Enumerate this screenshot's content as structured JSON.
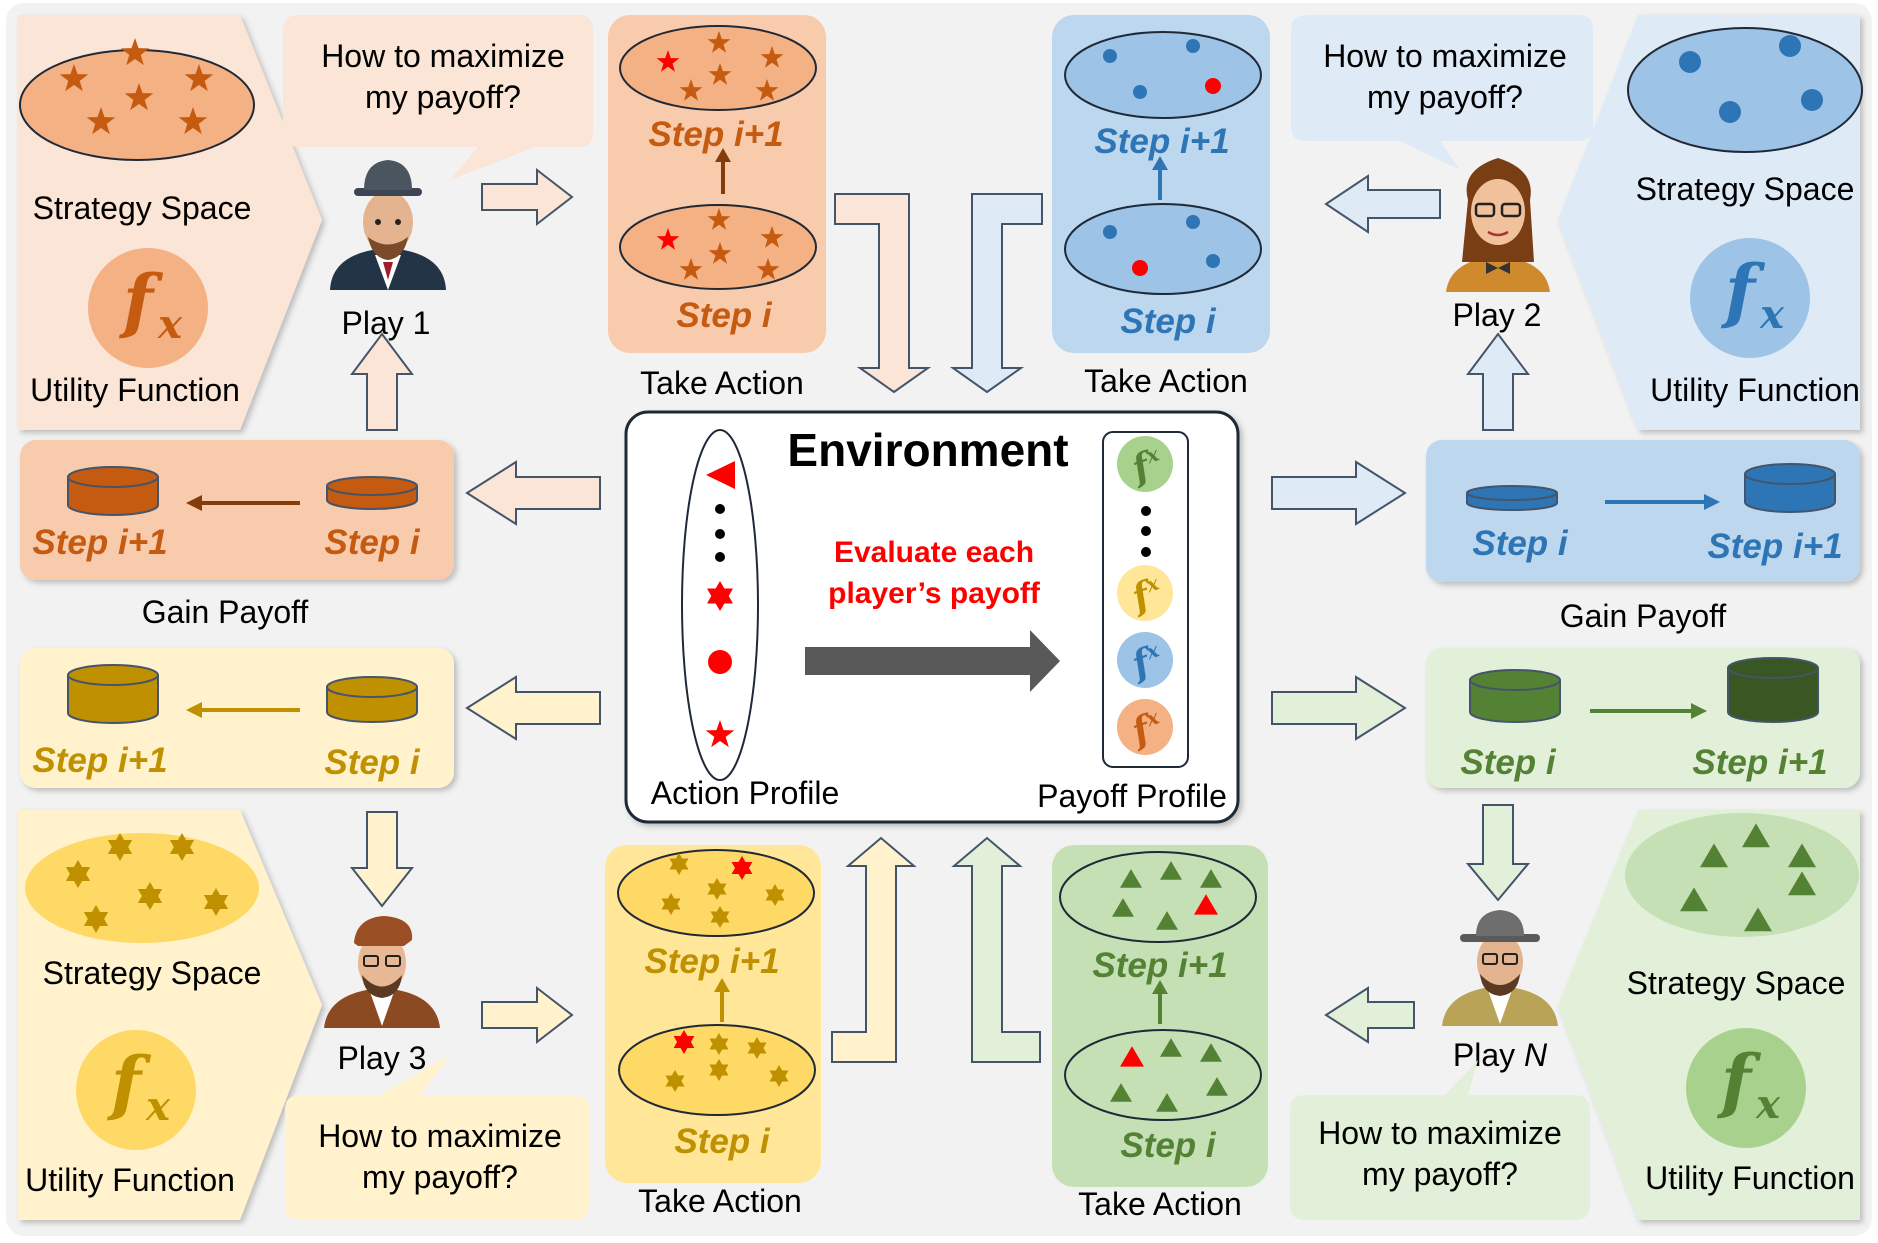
{
  "environment": {
    "title": "Environment",
    "evaluate_line1": "Evaluate each",
    "evaluate_line2": "player’s payoff",
    "action_profile": "Action Profile",
    "payoff_profile": "Payoff Profile"
  },
  "players": [
    {
      "name": "Play 1",
      "theme": "orange",
      "strategy_space": "Strategy Space",
      "utility": "Utility Function",
      "speech_1": "How to maximize",
      "speech_2": "my payoff?",
      "take_action": "Take Action",
      "gain_payoff": "Gain Payoff",
      "step_i": "Step i",
      "step_next": "Step i+1",
      "strategy_shape": "star-icon"
    },
    {
      "name": "Play 2",
      "theme": "blue",
      "strategy_space": "Strategy Space",
      "utility": "Utility Function",
      "speech_1": "How to maximize",
      "speech_2": "my payoff?",
      "take_action": "Take Action",
      "gain_payoff": "Gain Payoff",
      "step_i": "Step i",
      "step_next": "Step i+1",
      "strategy_shape": "circle-icon"
    },
    {
      "name": "Play 3",
      "theme": "yellow",
      "strategy_space": "Strategy Space",
      "utility": "Utility Function",
      "speech_1": "How to maximize",
      "speech_2": "my payoff?",
      "take_action": "Take Action",
      "step_i": "Step i",
      "step_next": "Step i+1",
      "strategy_shape": "hexagram-icon"
    },
    {
      "name": "Play ",
      "name_italic": "N",
      "theme": "green",
      "strategy_space": "Strategy Space",
      "utility": "Utility Function",
      "speech_1": "How to maximize",
      "speech_2": "my payoff?",
      "take_action": "Take Action",
      "step_i": "Step i",
      "step_next": "Step i+1",
      "strategy_shape": "triangle-icon"
    }
  ],
  "fx_symbol": {
    "f": "f",
    "x": "x"
  },
  "colors": {
    "orange_dark": "#c55a11",
    "orange_mid": "#f4b183",
    "orange_light": "#fbe5d6",
    "blue_dark": "#2e75b6",
    "blue_mid": "#9dc3e6",
    "blue_light": "#deebf7",
    "yellow_dark": "#bf9000",
    "yellow_mid": "#ffd966",
    "yellow_light": "#fff2cc",
    "green_dark": "#548235",
    "green_mid": "#a9d18e",
    "green_light": "#e2f0d9",
    "accent_red": "#ff0000",
    "background": "#f2f2f2"
  }
}
